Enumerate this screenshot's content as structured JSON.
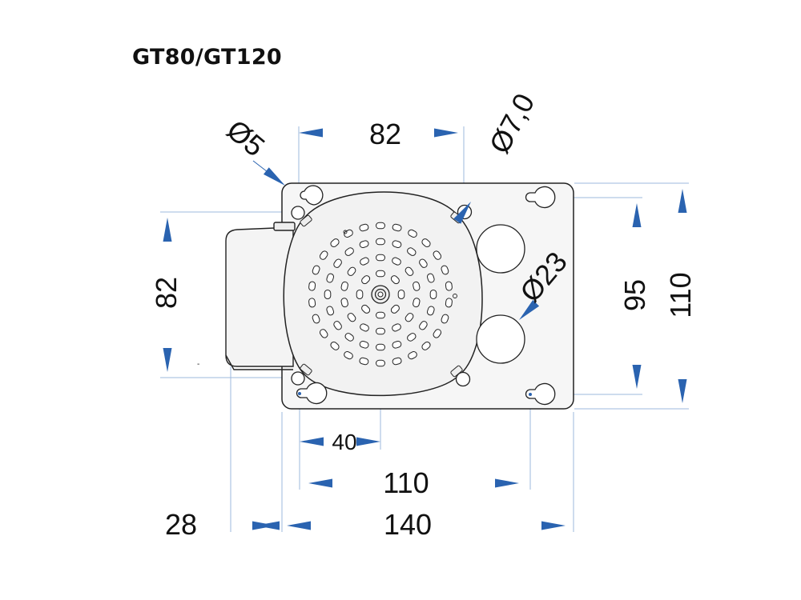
{
  "title": "GT80/GT120",
  "colors": {
    "arrow": "#2a63b0",
    "extension_line": "#8fb0d8",
    "outline": "#222222",
    "plate_fill": "#f6f6f6"
  },
  "dimensions": {
    "d5": "Ø5",
    "d7": "Ø7,0",
    "d23": "Ø23",
    "w82": "82",
    "h82": "82",
    "h95": "95",
    "h110": "110",
    "w40": "40",
    "w110": "110",
    "w140": "140",
    "w28": "28"
  }
}
